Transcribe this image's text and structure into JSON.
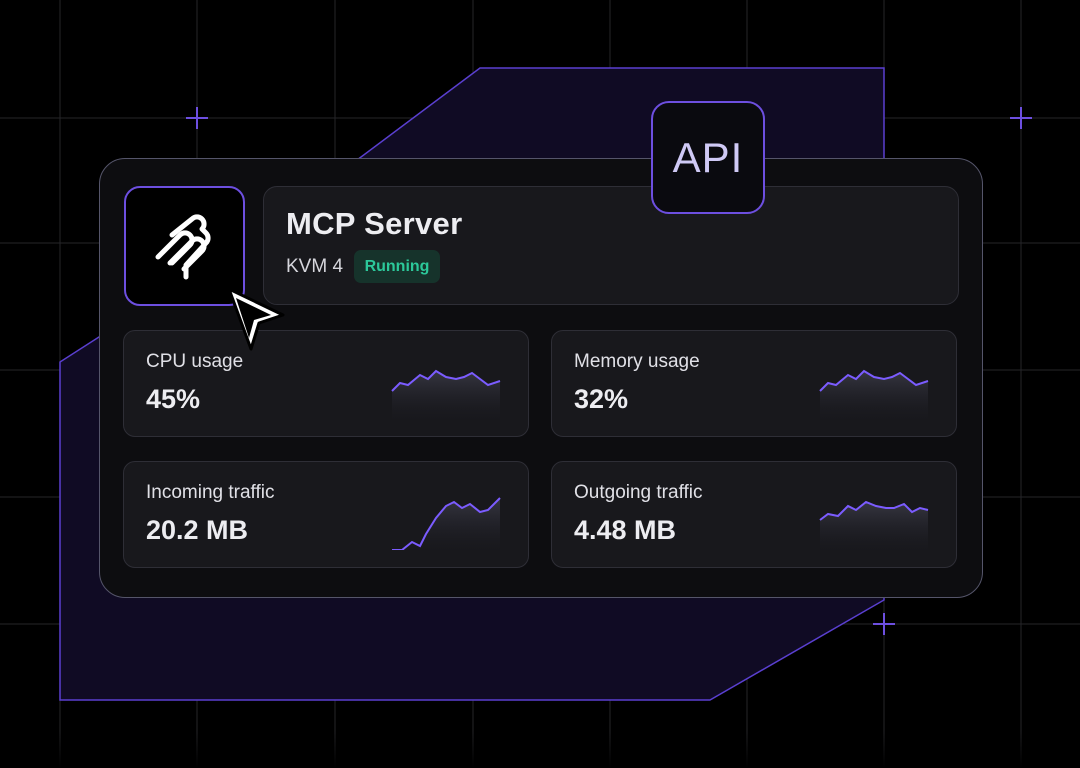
{
  "server": {
    "name": "MCP Server",
    "plan": "KVM 4",
    "status": "Running"
  },
  "api_badge": "API",
  "metrics": [
    {
      "label": "CPU usage",
      "value": "45%"
    },
    {
      "label": "Memory usage",
      "value": "32%"
    },
    {
      "label": "Incoming traffic",
      "value": "20.2 MB"
    },
    {
      "label": "Outgoing traffic",
      "value": "4.48 MB"
    }
  ],
  "colors": {
    "accent": "#6d4fe0",
    "status_green": "#2cc89a",
    "status_bg": "#16332b",
    "panel": "#18181c",
    "background": "#000000"
  },
  "icons": [
    "server-logo-icon",
    "cursor-icon",
    "crosshair-icon"
  ]
}
